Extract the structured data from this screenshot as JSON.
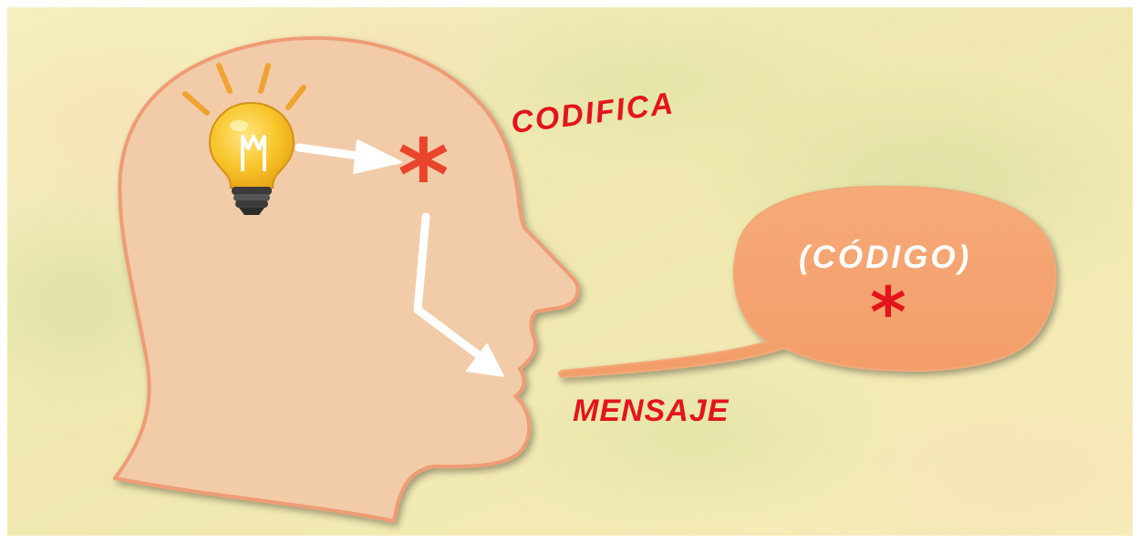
{
  "labels": {
    "encode": "CODIFICA",
    "message": "MENSAJE",
    "code": "(CÓDIGO)"
  },
  "symbols": {
    "asterisk": "*"
  },
  "icons": {
    "idea": "lightbulb-icon",
    "thought_symbol": "asterisk-icon"
  },
  "colors": {
    "background": "#f1ebb6",
    "head_fill": "#f2cba8",
    "head_stroke": "#ef9c74",
    "bubble_fill": "#f5a470",
    "label_red": "#e3151c",
    "brain_star": "#e8452c",
    "arrow": "#ffffff",
    "bulb_glass": "#f7c32a",
    "bulb_base": "#3b3b3b",
    "rays": "#f0a330"
  }
}
